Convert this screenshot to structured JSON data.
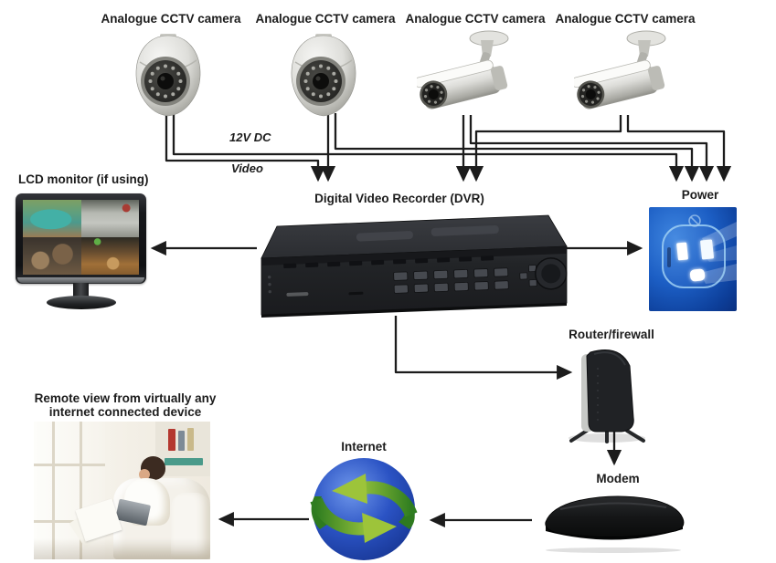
{
  "cameras": [
    {
      "label": "Analogue CCTV camera",
      "type": "dome"
    },
    {
      "label": "Analogue CCTV camera",
      "type": "dome"
    },
    {
      "label": "Analogue CCTV camera",
      "type": "bullet"
    },
    {
      "label": "Analogue CCTV camera",
      "type": "bullet"
    }
  ],
  "wire_labels": {
    "power": "12V DC",
    "video": "Video"
  },
  "nodes": {
    "monitor": {
      "label": "LCD monitor (if using)"
    },
    "dvr": {
      "label": "Digital Video Recorder (DVR)"
    },
    "power": {
      "label": "Power"
    },
    "router": {
      "label": "Router/firewall"
    },
    "modem": {
      "label": "Modem"
    },
    "internet": {
      "label": "Internet"
    },
    "remote": {
      "line1": "Remote view from virtually any",
      "line2": "internet connected device"
    }
  },
  "connections": [
    {
      "from": "camera-1",
      "to": "dvr",
      "type": "video"
    },
    {
      "from": "camera-2",
      "to": "dvr",
      "type": "video"
    },
    {
      "from": "camera-3",
      "to": "dvr",
      "type": "video"
    },
    {
      "from": "camera-4",
      "to": "dvr",
      "type": "video"
    },
    {
      "from": "camera-1",
      "to": "power",
      "type": "12V DC"
    },
    {
      "from": "camera-2",
      "to": "power",
      "type": "12V DC"
    },
    {
      "from": "camera-3",
      "to": "power",
      "type": "12V DC"
    },
    {
      "from": "camera-4",
      "to": "power",
      "type": "12V DC"
    },
    {
      "from": "dvr",
      "to": "monitor"
    },
    {
      "from": "dvr",
      "to": "power"
    },
    {
      "from": "dvr",
      "to": "router"
    },
    {
      "from": "router",
      "to": "modem"
    },
    {
      "from": "modem",
      "to": "internet"
    },
    {
      "from": "internet",
      "to": "remote-view-device"
    }
  ],
  "colors": {
    "wire": "#1c1c1c",
    "label_text": "#1c1c1c",
    "power_blue": "#1c5ec4",
    "globe_blue": "#2b53c4",
    "arrow_green_dark": "#3f8c28",
    "arrow_green_light": "#9dc43a"
  }
}
